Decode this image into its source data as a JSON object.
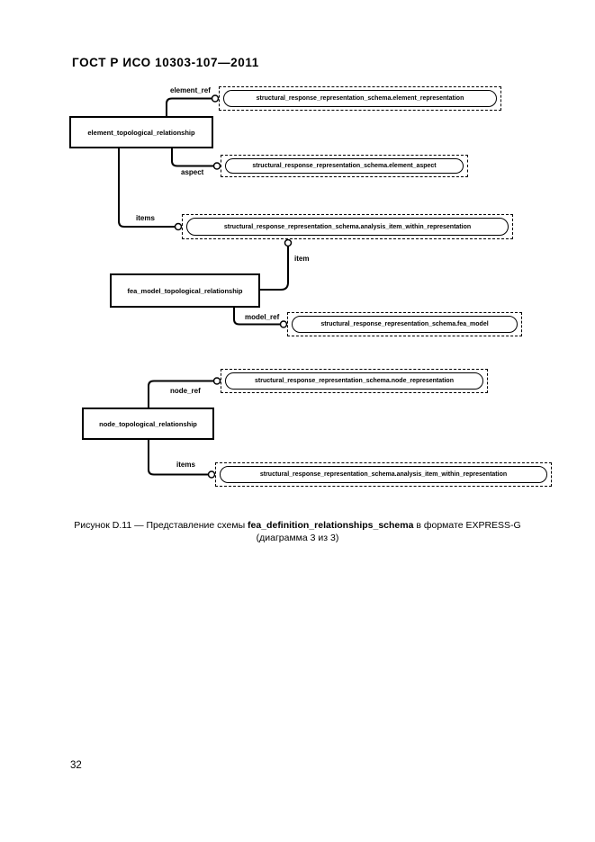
{
  "page": {
    "header": "ГОСТ Р ИСО 10303-107—2011",
    "page_number": "32"
  },
  "caption": {
    "text_before": "Рисунок  D.11 — Представление схемы ",
    "schema_name": "fea_definition_relationships_schema",
    "text_after": " в формате EXPRESS-G",
    "line2": "(диаграмма 3 из 3)"
  },
  "diagram": {
    "notation": "EXPRESS-G",
    "ink_color": "#000000",
    "background_color": "#ffffff",
    "entities": {
      "element": "element_topological_relationship",
      "fea_model": "fea_model_topological_relationship",
      "node": "node_topological_relationship"
    },
    "refs": {
      "element_representation": "structural_response_representation_schema.element_representation",
      "element_aspect": "structural_response_representation_schema.element_aspect",
      "analysis_item_top": "structural_response_representation_schema.analysis_item_within_representation",
      "fea_model": "structural_response_representation_schema.fea_model",
      "node_representation": "structural_response_representation_schema.node_representation",
      "analysis_item_bottom": "structural_response_representation_schema.analysis_item_within_representation"
    },
    "attributes": {
      "element_ref": "element_ref",
      "aspect": "aspect",
      "items_top": "items",
      "item": "item",
      "model_ref": "model_ref",
      "node_ref": "node_ref",
      "items_bottom": "items"
    }
  }
}
